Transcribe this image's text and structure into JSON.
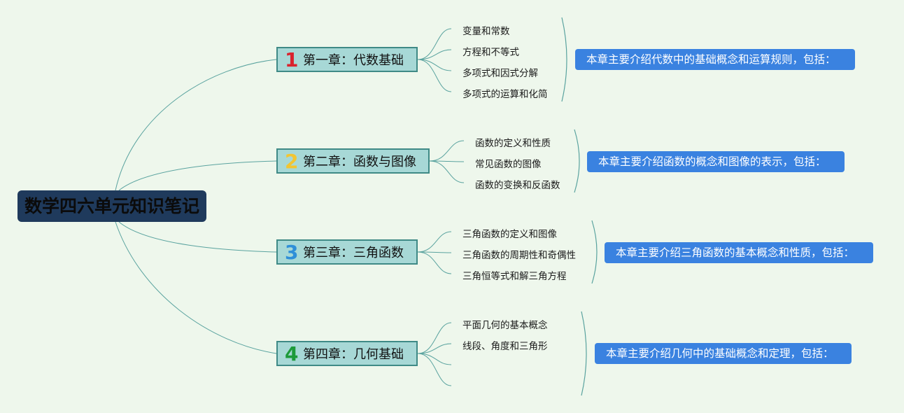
{
  "root_title": "数学四六单元知识笔记",
  "colors": {
    "root_bg": "#1f3a5c",
    "chapter_bg": "#a7d8d6",
    "chapter_border": "#3f8a86",
    "summary_bg": "#3a82e0",
    "line": "#5aa39f"
  },
  "chapters": [
    {
      "num": "1",
      "num_color": "#d9232e",
      "title": "第一章：代数基础",
      "items": [
        "变量和常数",
        "方程和不等式",
        "多项式和因式分解",
        "多项式的运算和化简"
      ],
      "summary": "本章主要介绍代数中的基础概念和运算规则，包括："
    },
    {
      "num": "2",
      "num_color": "#f2c531",
      "title": "第二章：函数与图像",
      "items": [
        "函数的定义和性质",
        "常见函数的图像",
        "函数的变换和反函数"
      ],
      "summary": "本章主要介绍函数的概念和图像的表示，包括："
    },
    {
      "num": "3",
      "num_color": "#2f8fd8",
      "title": "第三章：三角函数",
      "items": [
        "三角函数的定义和图像",
        "三角函数的周期性和奇偶性",
        "三角恒等式和解三角方程"
      ],
      "summary": "本章主要介绍三角函数的基本概念和性质，包括："
    },
    {
      "num": "4",
      "num_color": "#1d9a3a",
      "title": "第四章：几何基础",
      "items": [
        "平面几何的基本概念",
        "线段、角度和三角形",
        "",
        ""
      ],
      "summary": "本章主要介绍几何中的基础概念和定理，包括："
    }
  ]
}
